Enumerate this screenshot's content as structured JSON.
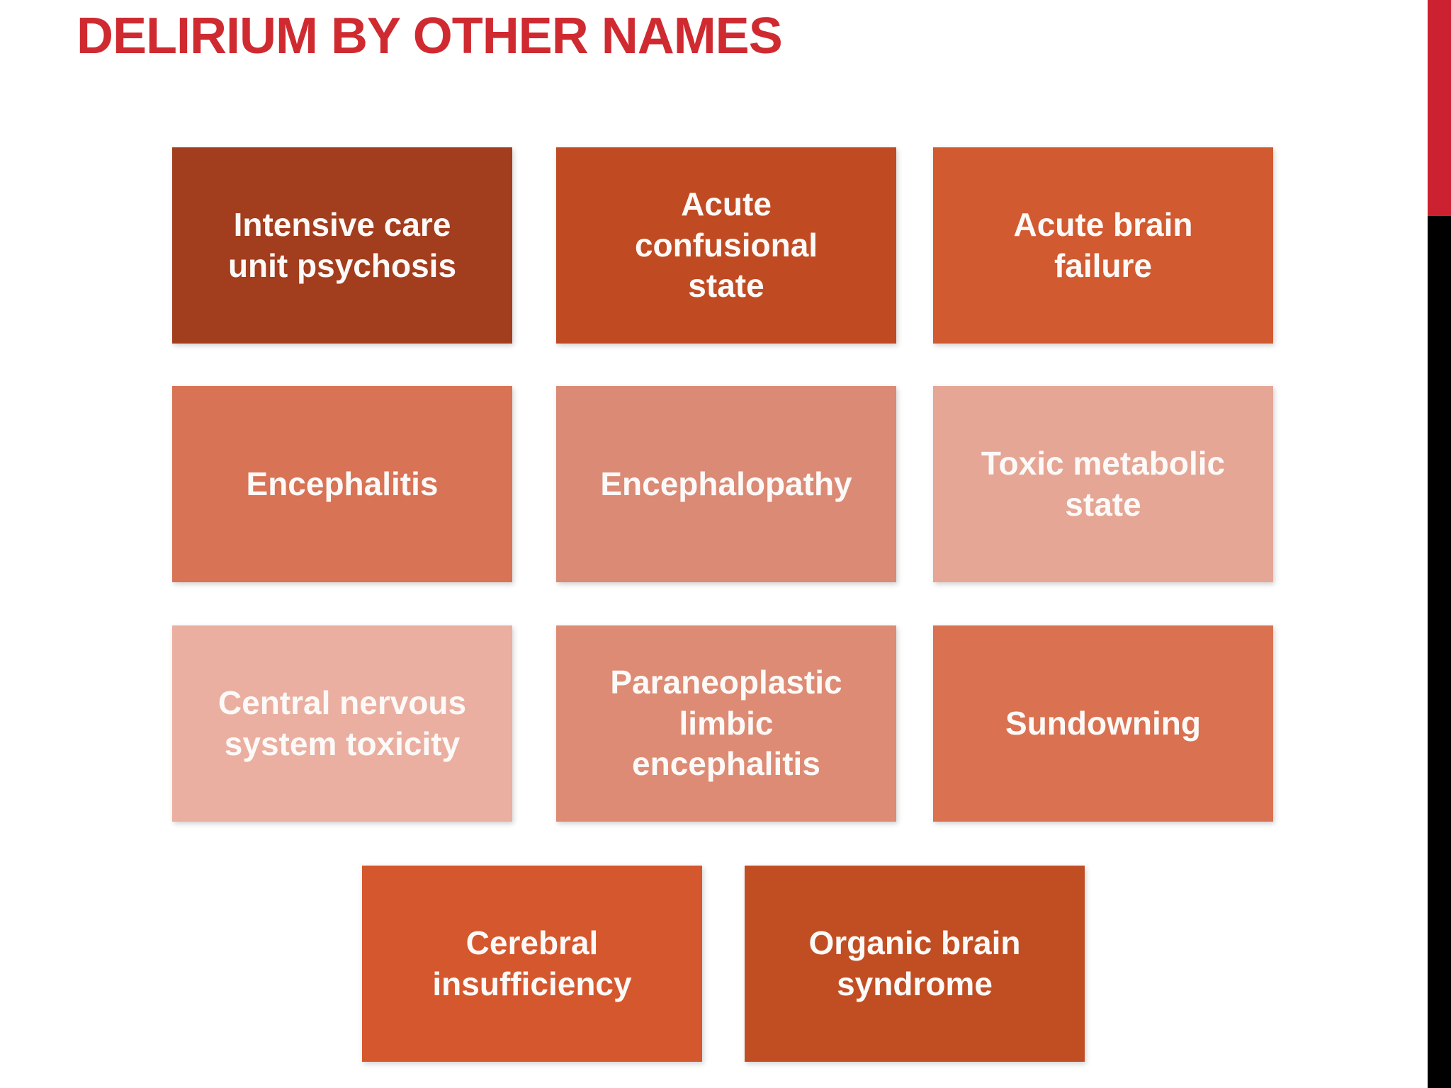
{
  "slide": {
    "title": "DELIRIUM BY OTHER NAMES",
    "title_color": "#D02A31",
    "background_color": "#FFFFFF",
    "box_text_color": "#FCFAF8",
    "accent_stripe": {
      "red": "#CC2130",
      "black": "#000000"
    },
    "boxes": [
      {
        "label": "Intensive care\nunit psychosis",
        "color": "#A23D1E"
      },
      {
        "label": "Acute\nconfusional\nstate",
        "color": "#C04A22"
      },
      {
        "label": "Acute brain\nfailure",
        "color": "#D15A31"
      },
      {
        "label": "Encephalitis",
        "color": "#D87355"
      },
      {
        "label": "Encephalopathy",
        "color": "#DA8A75"
      },
      {
        "label": "Toxic metabolic\nstate",
        "color": "#E5A695"
      },
      {
        "label": "Central nervous\nsystem toxicity",
        "color": "#EAAFA0"
      },
      {
        "label": "Paraneoplastic\nlimbic\nencephalitis",
        "color": "#DD8B74"
      },
      {
        "label": "Sundowning",
        "color": "#DA7150"
      },
      {
        "label": "Cerebral\ninsufficiency",
        "color": "#D5572D"
      },
      {
        "label": "Organic brain\nsyndrome",
        "color": "#C14E23"
      }
    ]
  }
}
